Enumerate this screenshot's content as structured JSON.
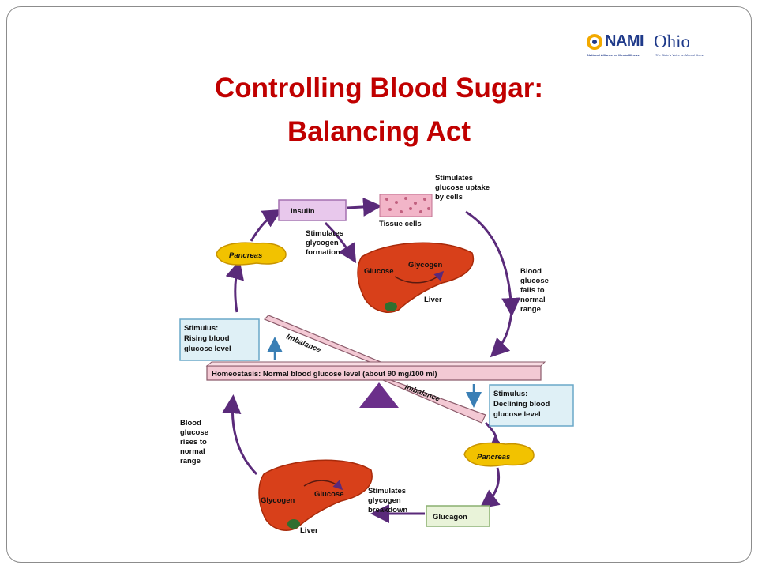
{
  "logo": {
    "brand": "NAMI",
    "region": "Ohio",
    "tagline_left": "National Alliance on Mental Illness",
    "tagline_right": "The State's Voice on Mental Illness",
    "color": "#1f3a8a",
    "accent": "#f2a900"
  },
  "title": {
    "line1": "Controlling Blood Sugar:",
    "line2": "Balancing Act",
    "color": "#c00000"
  },
  "diagram": {
    "insulin": "Insulin",
    "tissue_cells": "Tissue cells",
    "stim_uptake": [
      "Stimulates",
      "glucose uptake",
      "by cells"
    ],
    "pancreas_top": "Pancreas",
    "stim_glycogen_formation": [
      "Stimulates",
      "glycogen",
      "formation"
    ],
    "liver_top": {
      "glucose": "Glucose",
      "glycogen": "Glycogen",
      "liver": "Liver"
    },
    "falls_to_normal": [
      "Blood",
      "glucose",
      "falls to",
      "normal",
      "range"
    ],
    "stimulus_rising": [
      "Stimulus:",
      "Rising blood",
      "glucose level"
    ],
    "imbalance": "Imbalance",
    "homeostasis": "Homeostasis: Normal blood glucose level (about 90 mg/100 ml)",
    "imbalance_lower": "Imbalance",
    "stimulus_declining": [
      "Stimulus:",
      "Declining blood",
      "glucose level"
    ],
    "rises_to_normal": [
      "Blood",
      "glucose",
      "rises to",
      "normal",
      "range"
    ],
    "pancreas_bottom": "Pancreas",
    "liver_bottom": {
      "glycogen": "Glycogen",
      "glucose": "Glucose",
      "liver": "Liver"
    },
    "stim_glycogen_breakdown": [
      "Stimulates",
      "glycogen",
      "breakdown"
    ],
    "glucagon": "Glucagon"
  },
  "colors": {
    "arrow": "#5a2a7a",
    "liver": "#d8401a",
    "pancreas": "#f2c200",
    "hormone_box": "#e8c8ec",
    "stimulus_box": "#dff0f6",
    "glucagon_box": "#e9f3d9",
    "beam": "#f3c9d4",
    "fulcrum": "#6b2f8a"
  }
}
